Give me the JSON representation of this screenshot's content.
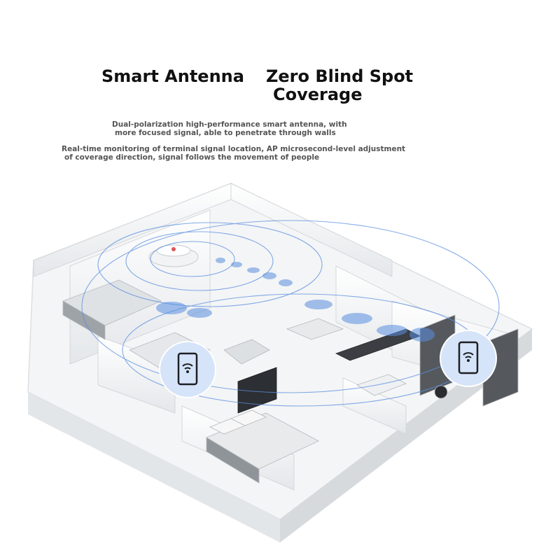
{
  "header": {
    "title_left": "Smart Antenna",
    "title_right_line1": "Zero Blind Spot",
    "title_right_line2": "Coverage"
  },
  "descriptions": {
    "line1a": "Dual-polarization high-performance smart antenna, with",
    "line1b": "more focused signal, able to penetrate through walls",
    "line2a": "Real-time monitoring of terminal signal location, AP microsecond-level adjustment",
    "line2b": "of coverage direction, signal follows the movement of people"
  },
  "icons": {
    "access_point": "access-point-icon",
    "phone_left": "phone-wifi-icon",
    "phone_right": "phone-wifi-icon"
  },
  "colors": {
    "signal_blue": "#5a8fe0",
    "bubble_fill": "#d6e4fa",
    "wall": "#e9ecef",
    "floor": "#f6f7f8"
  }
}
